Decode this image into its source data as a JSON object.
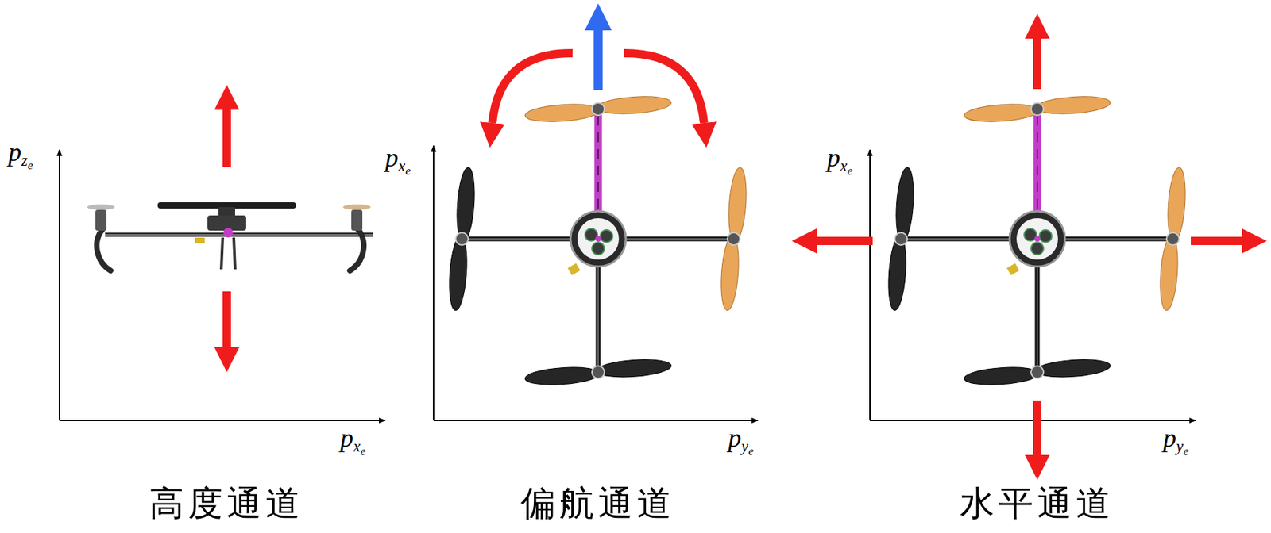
{
  "diagram": {
    "labels": [
      "pze",
      "pxe",
      "高度通道",
      "pxe",
      "pye",
      "偏航通道",
      "pxe",
      "pye",
      "水平通道"
    ]
  }
}
